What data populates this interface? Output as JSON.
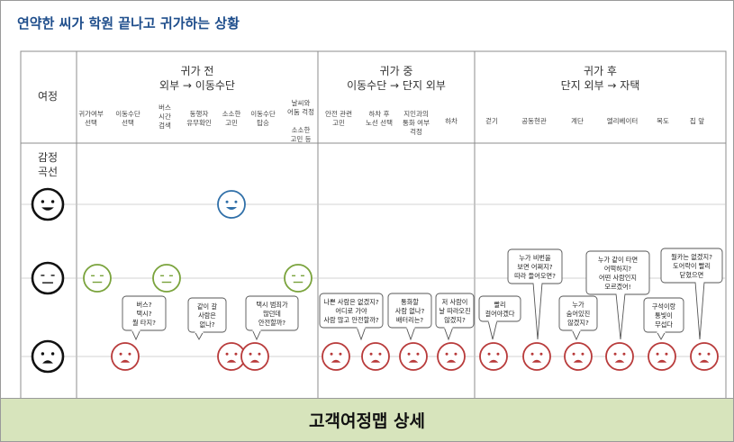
{
  "title": "연약한 씨가 학원 끝나고 귀가하는 상황",
  "footer": "고객여정맵 상세",
  "row_label": "여정",
  "emotion_label": [
    "감정",
    "곡선"
  ],
  "phases": [
    {
      "title": "귀가 전",
      "subtitle": "외부 → 이동수단"
    },
    {
      "title": "귀가 중",
      "subtitle": "이동수단 → 단지 외부"
    },
    {
      "title": "귀가 후",
      "subtitle": "단지 외부 → 자택"
    }
  ],
  "steps": [
    [
      "귀가여부",
      "선택"
    ],
    [
      "이동수단",
      "선택"
    ],
    [
      "버스",
      "시간",
      "검색"
    ],
    [
      "동행자",
      "유무확인"
    ],
    [
      "소소한",
      "고민"
    ],
    [
      "이동수단",
      "탑승"
    ],
    [
      "날씨와",
      "어둠 걱정"
    ],
    [
      "소소한",
      "고민 등"
    ],
    [
      "안전 관련",
      "고민"
    ],
    [
      "하차 후",
      "노선 선택"
    ],
    [
      "지인과의",
      "통화 여부",
      "걱정"
    ],
    [
      "하차"
    ],
    [
      "걷기"
    ],
    [
      "공동현관"
    ],
    [
      "계단"
    ],
    [
      "엘리베이터"
    ],
    [
      "복도"
    ],
    [
      "집 앞"
    ]
  ],
  "faces": [
    {
      "mood": "happy",
      "color": "#2f6fa8"
    },
    {
      "mood": "neutral",
      "color": "#7aa33c"
    },
    {
      "mood": "sad",
      "color": "#b83a3a"
    }
  ],
  "bubbles": [
    [
      "버스?",
      "택시?",
      "뭘 타지?"
    ],
    [
      "같이 갈",
      "사람은",
      "없나?"
    ],
    [
      "택시 범죄가",
      "많던데",
      "안전할까?"
    ],
    [
      "나쁜 사람은 없겠지?",
      "어디로 가야",
      "사람 많고 안전할까?"
    ],
    [
      "통화할",
      "사람 없나?",
      "배터리는?"
    ],
    [
      "저 사람이",
      "날 따라오진",
      "않겠지?"
    ],
    [
      "빨리",
      "걸어야겠다"
    ],
    [
      "누가 비번을",
      "보면 어쩌지?",
      "따라 들어오면?"
    ],
    [
      "누가",
      "숨어있진",
      "않겠지?"
    ],
    [
      "누가 같이 타면",
      "어떡하지?",
      "어떤 사람인지",
      "모르겠어!"
    ],
    [
      "구석이랑",
      "통빛이",
      "무섭다"
    ],
    [
      "뭘카는 없겠지?",
      "도어락이 빨리",
      "닫혔으면"
    ]
  ],
  "emotion_curve": {
    "levels": [
      "happy",
      "neutral",
      "sad"
    ],
    "points": [
      {
        "step": 1,
        "level": "neutral"
      },
      {
        "step": 3,
        "level": "neutral"
      },
      {
        "step": 4,
        "level": "happy"
      },
      {
        "step": 7,
        "level": "neutral"
      },
      {
        "step": 2,
        "level": "sad"
      },
      {
        "step": 4,
        "level": "sad"
      },
      {
        "step": 6,
        "level": "sad"
      },
      {
        "step": 8,
        "level": "sad"
      },
      {
        "step": 9,
        "level": "sad"
      },
      {
        "step": 10,
        "level": "sad"
      },
      {
        "step": 11,
        "level": "sad"
      },
      {
        "step": 12,
        "level": "sad"
      },
      {
        "step": 13,
        "level": "sad"
      },
      {
        "step": 14,
        "level": "sad"
      },
      {
        "step": 15,
        "level": "sad"
      },
      {
        "step": 16,
        "level": "sad"
      },
      {
        "step": 17,
        "level": "sad"
      }
    ]
  }
}
